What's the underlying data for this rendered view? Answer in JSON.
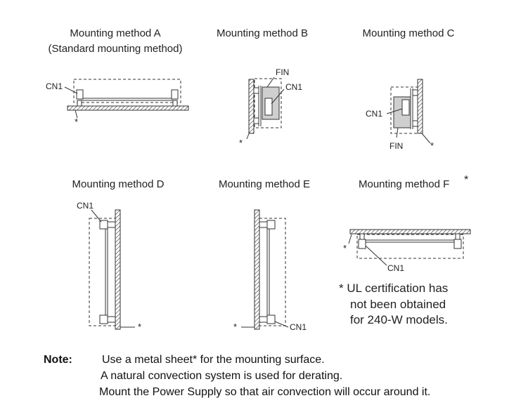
{
  "methods": {
    "a": {
      "title": "Mounting method A",
      "subtitle": "(Standard mounting method)"
    },
    "b": {
      "title": "Mounting method B"
    },
    "c": {
      "title": "Mounting method C"
    },
    "d": {
      "title": "Mounting method D"
    },
    "e": {
      "title": "Mounting method E"
    },
    "f": {
      "title": "Mounting method F",
      "mark": "*"
    }
  },
  "labels": {
    "cn1": "CN1",
    "fin": "FIN",
    "asterisk": "*"
  },
  "ul_note": {
    "line1": "* UL certification has",
    "line2": "not been obtained",
    "line3": "for 240-W models."
  },
  "note": {
    "label": "Note:",
    "line1": "Use a metal sheet* for the mounting surface.",
    "line2": "A natural convection system is used for derating.",
    "line3": "Mount the Power Supply so that air convection will occur around it."
  }
}
